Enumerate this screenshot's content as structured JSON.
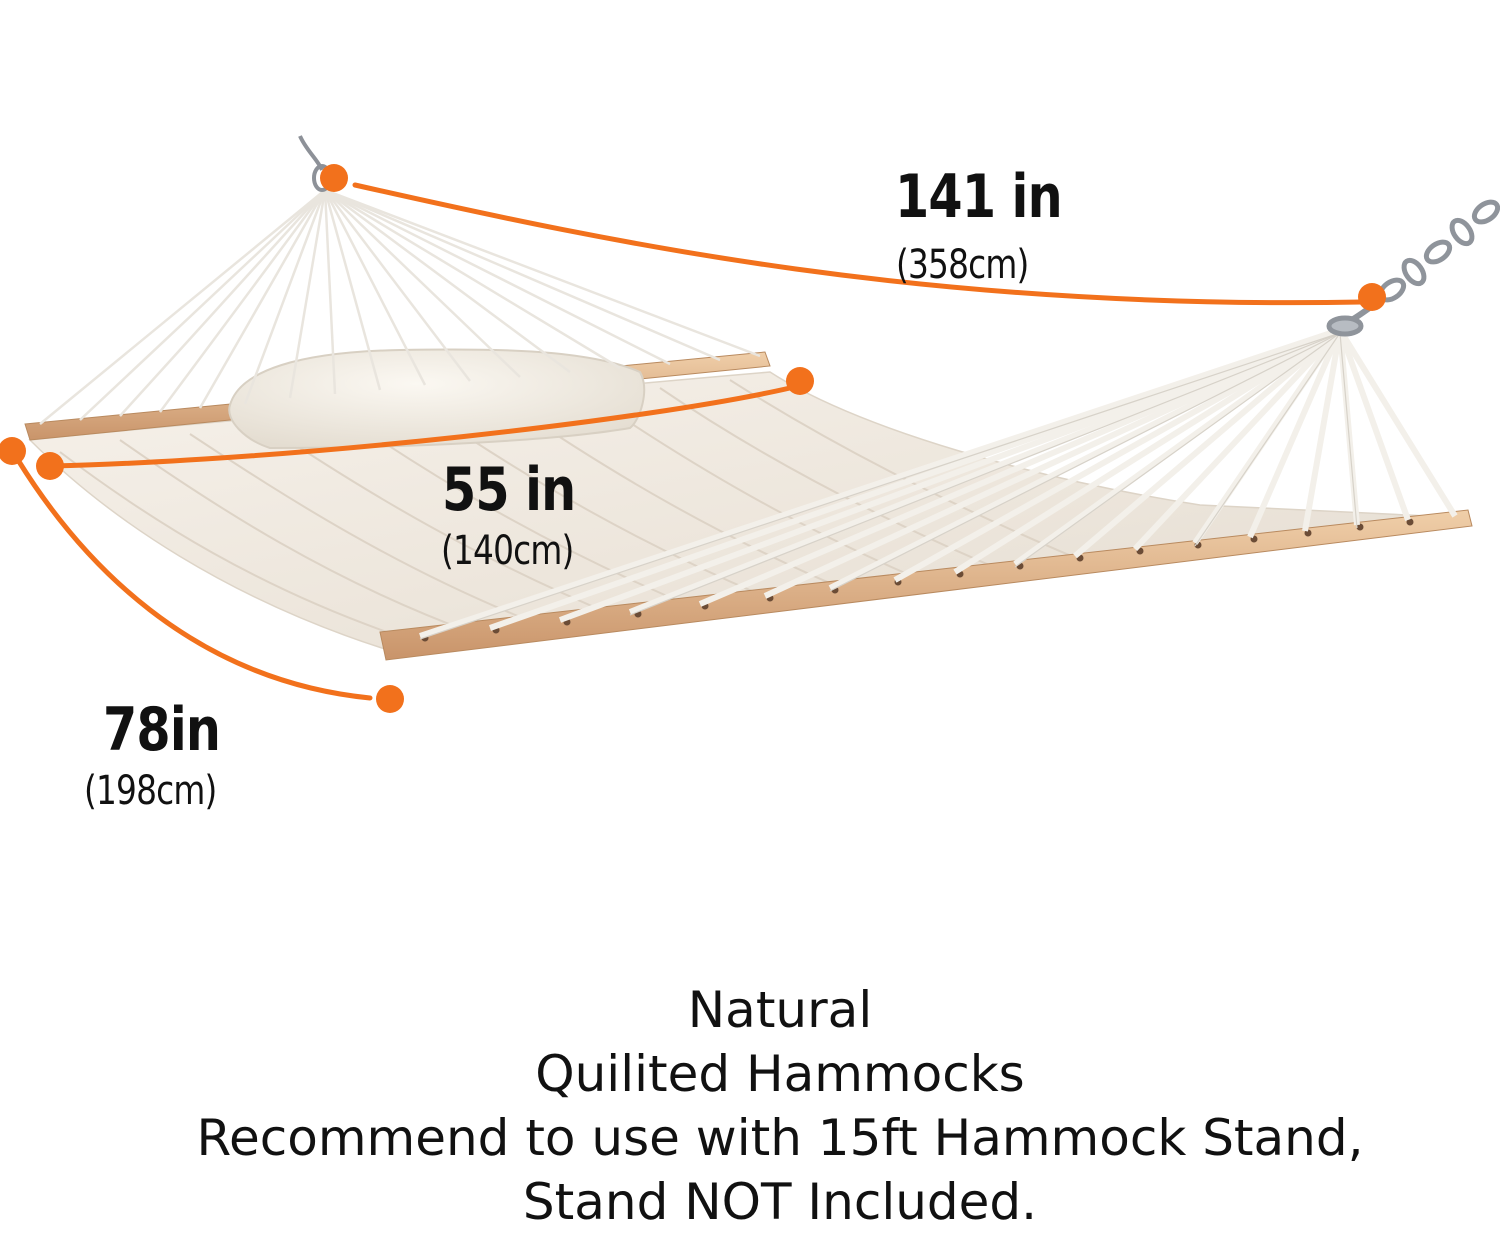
{
  "dimensions": {
    "length": {
      "inches": "141 in",
      "cm": "(358cm)"
    },
    "bar_width": {
      "inches": "55 in",
      "cm": "(140cm)"
    },
    "bed_length": {
      "inches": "78in",
      "cm": "(198cm)"
    }
  },
  "caption": {
    "line1": "Natural",
    "line2": "Quilited Hammocks",
    "line3": "Recommend to use with 15ft Hammock Stand,",
    "line4": "Stand NOT Included."
  },
  "colors": {
    "measure_line": "#f2711c",
    "fabric": "#f3ede4",
    "wood": "#e3b78e",
    "rope": "#f4f1ec",
    "text": "#111111"
  }
}
